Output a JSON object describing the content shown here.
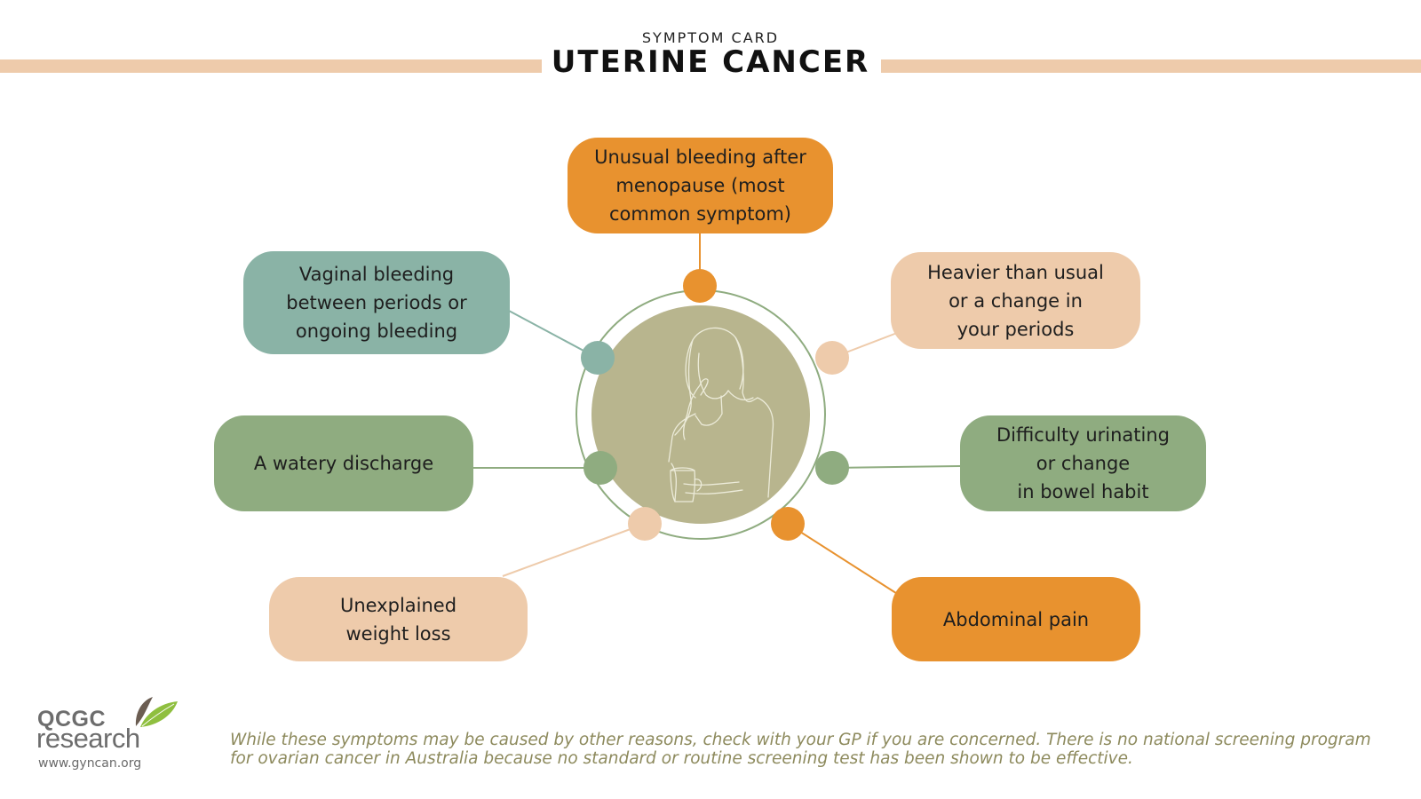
{
  "header": {
    "subtitle": "SYMPTOM CARD",
    "title": "UTERINE CANCER"
  },
  "colors": {
    "orange": "#e8922f",
    "peach": "#eecbab",
    "teal": "#8ab3a6",
    "green": "#8fac80",
    "circle_fill": "#b8b58e",
    "ring": "#8fac80"
  },
  "illustration": "thinking-woman-line-art",
  "symptoms": [
    {
      "text": "Unusual bleeding after\nmenopause (most\ncommon symptom)",
      "color": "orange"
    },
    {
      "text": "Vaginal bleeding\nbetween periods or\nongoing bleeding",
      "color": "teal"
    },
    {
      "text": "Heavier than usual\nor a change in\nyour periods",
      "color": "peach"
    },
    {
      "text": "A watery discharge",
      "color": "green"
    },
    {
      "text": "Difficulty urinating\nor change\nin bowel habit",
      "color": "green"
    },
    {
      "text": "Unexplained\nweight loss",
      "color": "peach"
    },
    {
      "text": "Abdominal pain",
      "color": "orange"
    }
  ],
  "footer": {
    "logo_line1": "QCGC",
    "logo_line2": "research",
    "url": "www.gyncan.org",
    "disclaimer": "While these symptoms may be caused by other reasons, check with your GP if you are concerned. There is no national screening program for ovarian cancer in Australia because no standard or routine screening test has been shown to be effective."
  }
}
